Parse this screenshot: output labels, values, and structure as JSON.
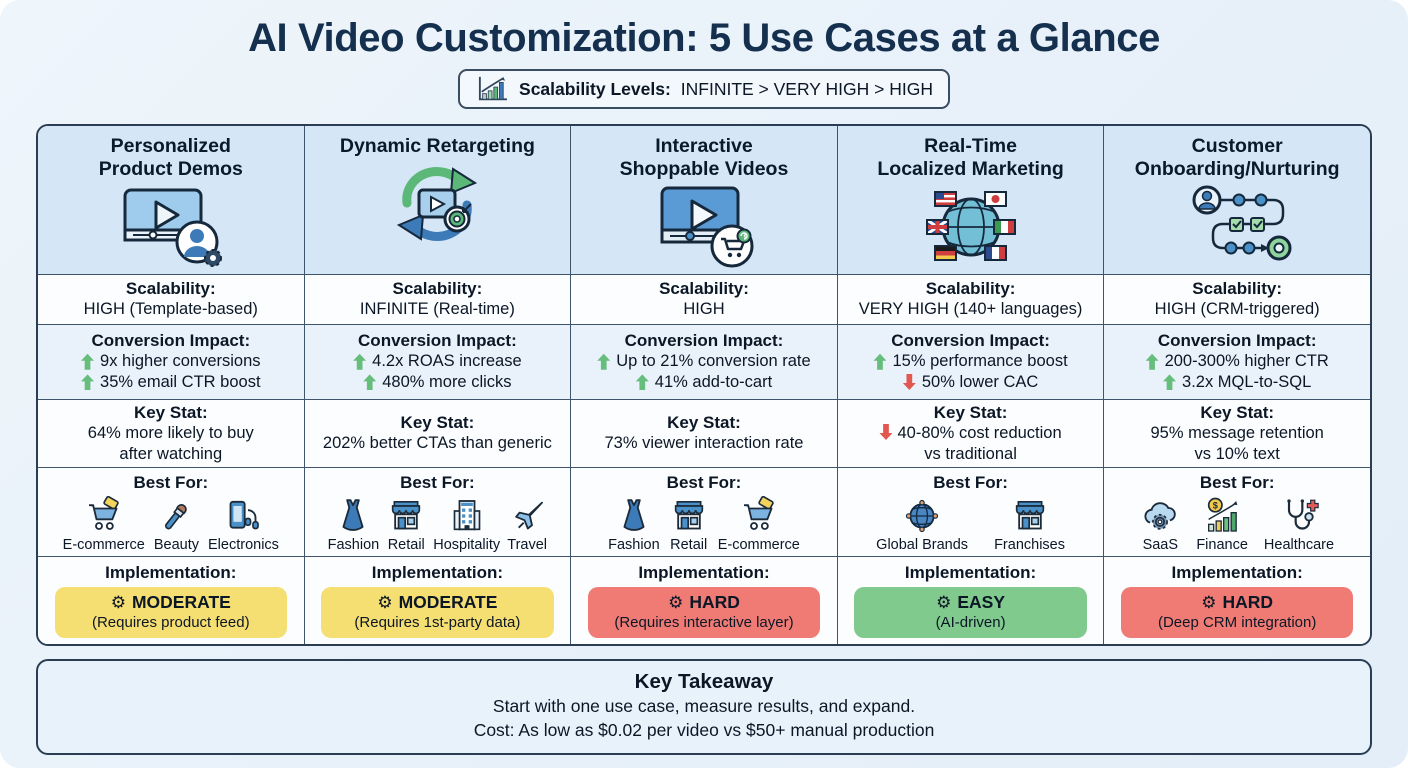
{
  "title": "AI Video Customization: 5 Use Cases at a Glance",
  "badge": {
    "icon": "growth-chart",
    "label": "Scalability Levels:",
    "value": "INFINITE > VERY HIGH > HIGH"
  },
  "row_labels": {
    "scalability": "Scalability:",
    "impact": "Conversion Impact:",
    "keystat": "Key Stat:",
    "bestfor": "Best For:",
    "implementation": "Implementation:"
  },
  "icons": {
    "gear": "⚙"
  },
  "colors": {
    "easy": "#7fca8c",
    "moderate": "#f6df72",
    "hard": "#ef7b74",
    "trend_up": "#67bd7b",
    "trend_down": "#e2574f",
    "header_bg": "#d5e7f6",
    "page_bg": "#e9f1f9"
  },
  "columns": [
    {
      "title": "Personalized\nProduct Demos",
      "icon": "#h-video-person",
      "scalability": "HIGH (Template-based)",
      "impact": [
        {
          "dir": "up",
          "text": "9x higher conversions"
        },
        {
          "dir": "up",
          "text": "35% email CTR boost"
        }
      ],
      "keystat": {
        "text": "64% more likely to buy\nafter watching"
      },
      "bestfor": [
        {
          "icon": "#i-cart",
          "label": "E-commerce"
        },
        {
          "icon": "#i-brush",
          "label": "Beauty"
        },
        {
          "icon": "#i-phone",
          "label": "Electronics"
        }
      ],
      "implementation": {
        "level": "MODERATE",
        "note": "(Requires product feed)",
        "color": "#f6df72"
      }
    },
    {
      "title": "Dynamic Retargeting",
      "icon": "#h-retarget",
      "scalability": "INFINITE (Real-time)",
      "impact": [
        {
          "dir": "up",
          "text": "4.2x ROAS increase"
        },
        {
          "dir": "up",
          "text": "480% more clicks"
        }
      ],
      "keystat": {
        "text": "202% better CTAs than generic"
      },
      "bestfor": [
        {
          "icon": "#i-dress",
          "label": "Fashion"
        },
        {
          "icon": "#i-store",
          "label": "Retail"
        },
        {
          "icon": "#i-building",
          "label": "Hospitality"
        },
        {
          "icon": "#i-plane",
          "label": "Travel"
        }
      ],
      "implementation": {
        "level": "MODERATE",
        "note": "(Requires 1st-party data)",
        "color": "#f6df72"
      }
    },
    {
      "title": "Interactive\nShoppable Videos",
      "icon": "#h-video-cart",
      "scalability": "HIGH",
      "impact": [
        {
          "dir": "up",
          "text": "Up to 21% conversion rate"
        },
        {
          "dir": "up",
          "text": "41% add-to-cart"
        }
      ],
      "keystat": {
        "text": "73% viewer interaction rate"
      },
      "bestfor": [
        {
          "icon": "#i-dress",
          "label": "Fashion"
        },
        {
          "icon": "#i-store",
          "label": "Retail"
        },
        {
          "icon": "#i-cart",
          "label": "E-commerce"
        }
      ],
      "implementation": {
        "level": "HARD",
        "note": "(Requires interactive layer)",
        "color": "#ef7b74"
      }
    },
    {
      "title": "Real-Time\nLocalized Marketing",
      "icon": "#h-globe-flags",
      "scalability": "VERY HIGH (140+ languages)",
      "impact": [
        {
          "dir": "up",
          "text": "15% performance boost"
        },
        {
          "dir": "down",
          "text": "50% lower CAC"
        }
      ],
      "keystat": {
        "dir": "down",
        "text": "40-80% cost reduction\nvs traditional"
      },
      "bestfor": [
        {
          "icon": "#i-globe-net",
          "label": "Global Brands"
        },
        {
          "icon": "#i-store",
          "label": "Franchises"
        }
      ],
      "implementation": {
        "level": "EASY",
        "note": "(AI-driven)",
        "color": "#7fca8c"
      }
    },
    {
      "title": "Customer\nOnboarding/Nurturing",
      "icon": "#h-journey",
      "scalability": "HIGH (CRM-triggered)",
      "impact": [
        {
          "dir": "up",
          "text": "200-300% higher CTR"
        },
        {
          "dir": "up",
          "text": "3.2x MQL-to-SQL"
        }
      ],
      "keystat": {
        "text": "95% message retention\nvs 10% text"
      },
      "bestfor": [
        {
          "icon": "#i-cloud-gear",
          "label": "SaaS"
        },
        {
          "icon": "#i-coin-chart",
          "label": "Finance"
        },
        {
          "icon": "#i-steth",
          "label": "Healthcare"
        }
      ],
      "implementation": {
        "level": "HARD",
        "note": "(Deep CRM integration)",
        "color": "#ef7b74"
      }
    }
  ],
  "takeaway": {
    "title": "Key Takeaway",
    "line1": "Start with one use case, measure results, and expand.",
    "line2": "Cost: As low as $0.02 per video vs $50+ manual production"
  }
}
